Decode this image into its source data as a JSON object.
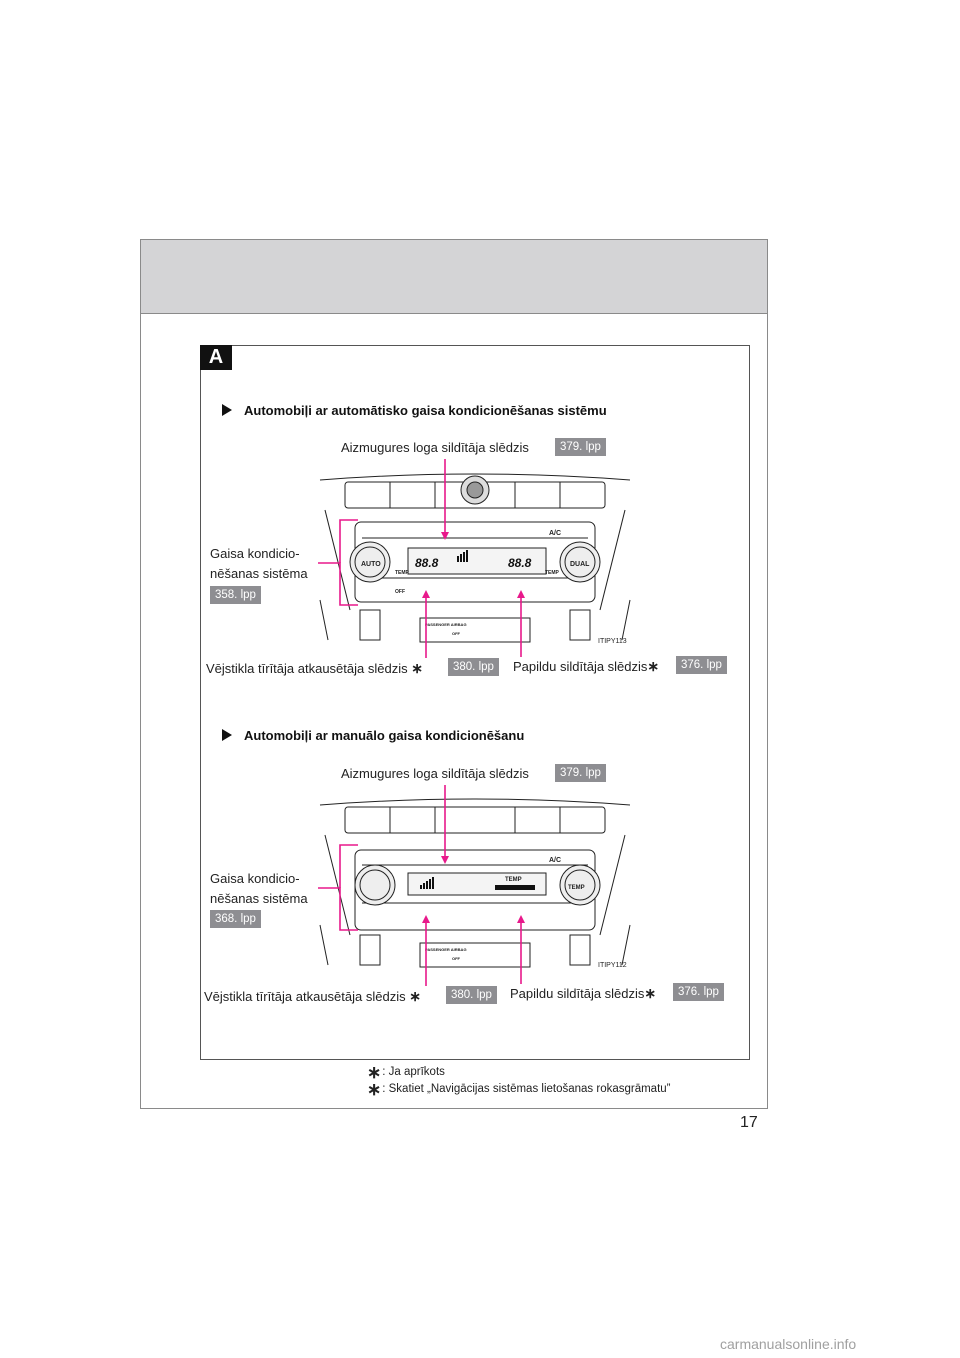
{
  "section": {
    "tab": "A"
  },
  "auto_section": {
    "heading": "Automobiļi ar automātisko gaisa kondicionēšanas sistēmu",
    "rear_defogger": {
      "label": "Aizmugures loga sildītāja slēdzis",
      "page": "379. lpp"
    },
    "ac_system": {
      "label_line1": "Gaisa kondicio-",
      "label_line2": "nēšanas sistēma",
      "page": "358. lpp"
    },
    "wiper_deicer": {
      "label": "Vējstikla tīrītāja atkausētāja slēdzis",
      "star": "∗",
      "page": "380. lpp"
    },
    "aux_heater": {
      "label": "Papildu sildītāja slēdzis",
      "star": "∗",
      "page": "376. lpp"
    },
    "figure_code": "ITIPY113",
    "panel": {
      "display_left": "88.8",
      "display_right": "88.8",
      "btn_auto": "AUTO",
      "btn_dual": "DUAL",
      "temp": "TEMP",
      "ac": "A/C",
      "off": "OFF",
      "passenger_airbag": "PASSENGER AIRBAG",
      "airbag_off": "OFF"
    }
  },
  "manual_section": {
    "heading": "Automobiļi ar manuālo gaisa kondicionēšanu",
    "rear_defogger": {
      "label": "Aizmugures loga sildītāja slēdzis",
      "page": "379. lpp"
    },
    "ac_system": {
      "label_line1": "Gaisa kondicio-",
      "label_line2": "nēšanas sistēma",
      "page": "368. lpp"
    },
    "wiper_deicer": {
      "label": "Vējstikla tīrītāja atkausētāja slēdzis",
      "star": "∗",
      "page": "380. lpp"
    },
    "aux_heater": {
      "label": "Papildu sildītāja slēdzis",
      "star": "∗",
      "page": "376. lpp"
    },
    "figure_code": "ITIPY112",
    "panel": {
      "temp_knob": "TEMP",
      "temp": "TEMP",
      "ac": "A/C",
      "passenger_airbag": "PASSENGER AIRBAG",
      "airbag_off": "OFF"
    }
  },
  "footnotes": [
    {
      "star": "∗",
      "text": ": Ja aprīkots"
    },
    {
      "star": "∗",
      "text": ": Skatiet „Navigācijas sistēmas lietošanas rokasgrāmatu”"
    }
  ],
  "page_number": "17",
  "watermark": "carmanualsonline.info",
  "colors": {
    "leader": "#e8198b",
    "badge": "#8e8e92",
    "header_band": "#d4d4d6"
  }
}
